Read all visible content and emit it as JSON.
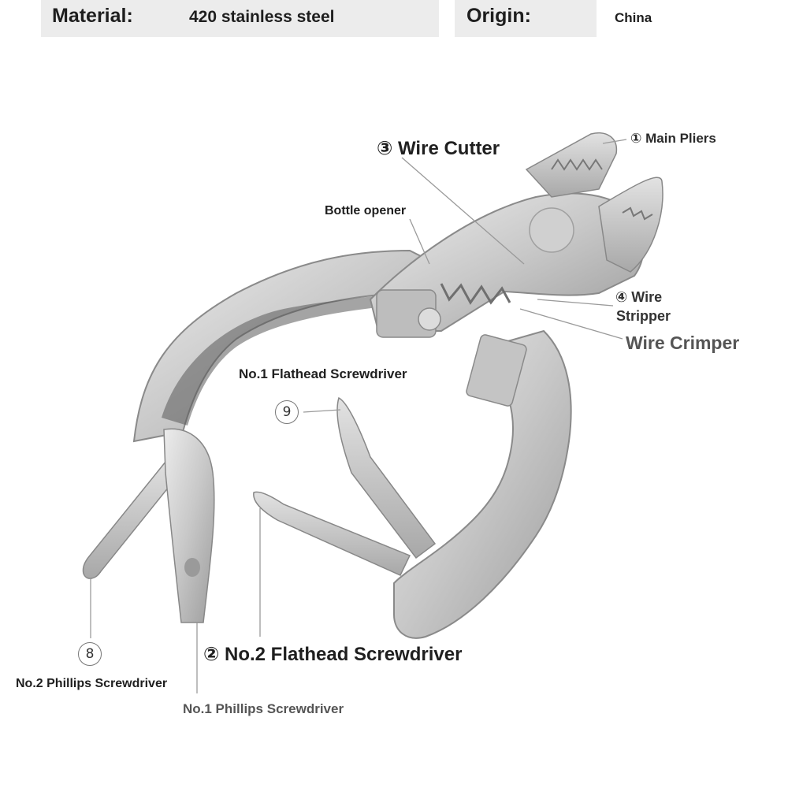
{
  "specs": {
    "material_label": "Material:",
    "material_value": "420 stainless steel",
    "origin_label": "Origin:",
    "origin_value": "China"
  },
  "callouts": {
    "main_pliers": "① Main Pliers",
    "wire_cutter": "③ Wire Cutter",
    "bottle_opener": "Bottle opener",
    "wire_stripper_line1": "④ Wire",
    "wire_stripper_line2": "Stripper",
    "wire_crimper": "Wire Crimper",
    "flathead_no1": "No.1 Flathead Screwdriver",
    "marker_9": "9",
    "marker_8": "8",
    "flathead_no2": "② No.2 Flathead Screwdriver",
    "phillips_no2": "No.2 Phillips Screwdriver",
    "phillips_no1": "No.1 Phillips Screwdriver"
  },
  "colors": {
    "steel_light": "#dcdcdc",
    "steel_mid": "#bdbdbd",
    "steel_dark": "#8a8a8a",
    "leader_line": "#9a9a9a",
    "spec_bg": "#ececec"
  }
}
